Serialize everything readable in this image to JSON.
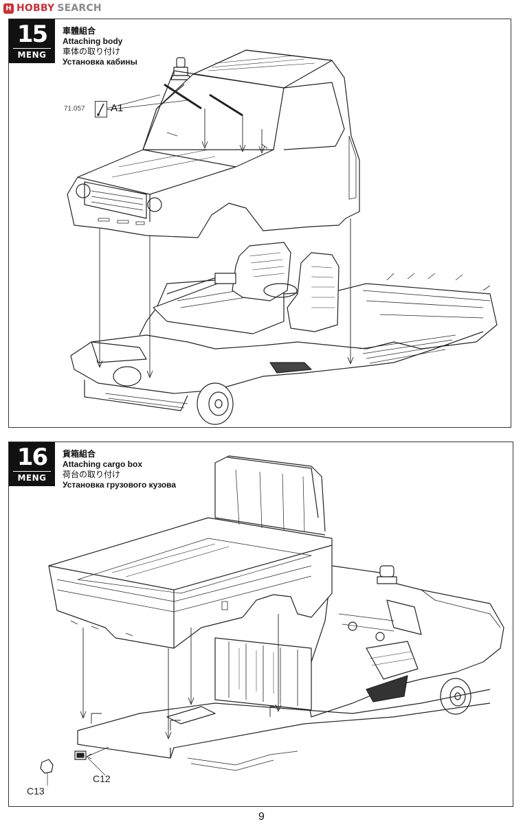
{
  "watermark": {
    "logo": "H",
    "brand": "HOBBY",
    "text": "SEARCH"
  },
  "steps": [
    {
      "number": "15",
      "brand": "MENG",
      "title_zh": "車體組合",
      "title_en": "Attaching body",
      "title_jp": "車体の取り付け",
      "title_ru": "Установка кабины",
      "paint_code": "71.057",
      "part_ref": "A1"
    },
    {
      "number": "16",
      "brand": "MENG",
      "title_zh": "貨箱組合",
      "title_en": "Attaching cargo box",
      "title_jp": "荷台の取り付け",
      "title_ru": "Установка грузового кузова",
      "parts": [
        "C13",
        "C12"
      ]
    }
  ],
  "page_number": "9"
}
